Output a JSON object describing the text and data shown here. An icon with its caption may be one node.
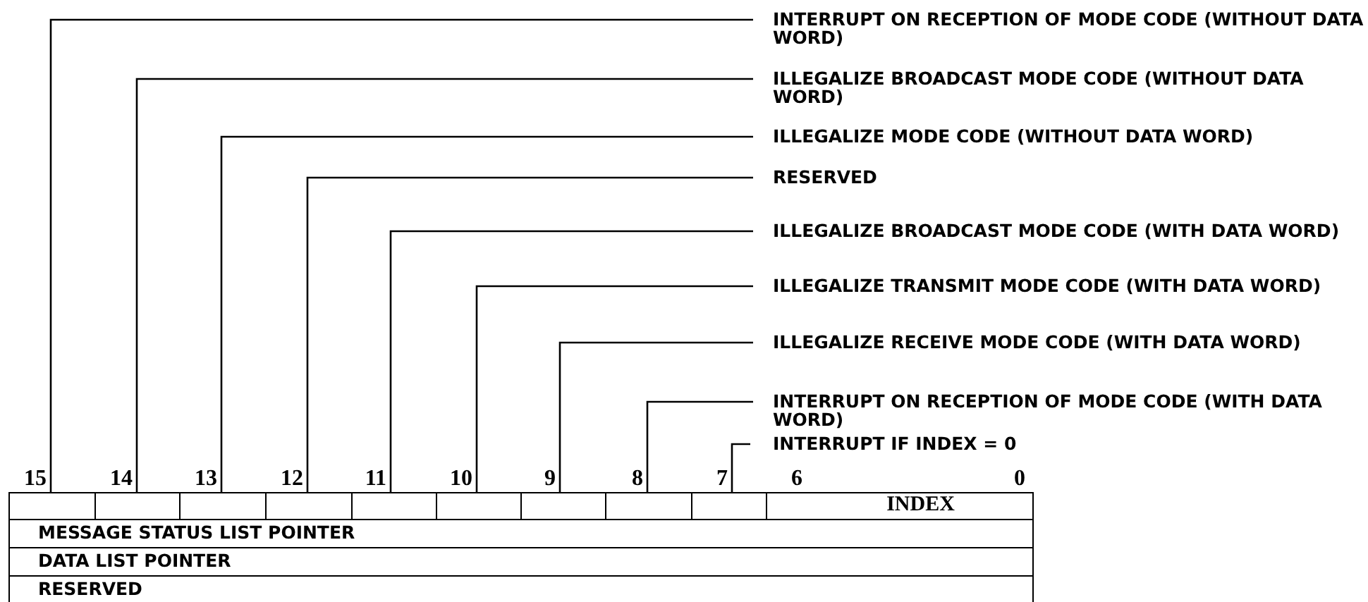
{
  "diagram": {
    "nodes": [
      {
        "text": [
          "INTERRUPT ON RECEPTION OF MODE CODE (WITHOUT DATA WORD)"
        ]
      },
      {
        "text": [
          "ILLEGALIZE BROADCAST MODE CODE (WITHOUT DATA WORD)"
        ]
      },
      {
        "text": [
          "ILLEGALIZE MODE CODE (WITHOUT DATA WORD)"
        ]
      },
      {
        "text": [
          "RESERVED"
        ]
      },
      {
        "text": [
          "ILLEGALIZE BROADCAST MODE CODE (WITH DATA WORD)"
        ]
      },
      {
        "text": [
          "ILLEGALIZE TRANSMIT MODE CODE (WITH DATA WORD)"
        ]
      },
      {
        "text": [
          "ILLEGALIZE RECEIVE MODE CODE (WITH DATA WORD)"
        ]
      },
      {
        "text": [
          "INTERRUPT ON RECEPTION OF MODE CODE (WITH DATA WORD)"
        ]
      },
      {
        "text": [
          "INTERRUPT IF INDEX = 0"
        ]
      },
      {
        "text": [],
        "shape": "box"
      },
      {
        "text": [],
        "shape": "box"
      },
      {
        "text": [],
        "shape": "box"
      },
      {
        "text": [],
        "shape": "box"
      },
      {
        "text": [],
        "shape": "box"
      },
      {
        "text": [],
        "shape": "box"
      },
      {
        "text": [],
        "shape": "box"
      },
      {
        "text": [],
        "shape": "box"
      },
      {
        "text": [],
        "shape": "box"
      },
      {
        "text": [
          "INDEX"
        ]
      },
      {
        "text": [
          "MESSAGE STATUS LIST POINTER"
        ]
      },
      {
        "text": [
          "DATA LIST POINTER"
        ]
      },
      {
        "text": [
          "RESERVED"
        ]
      }
    ],
    "edges": [
      {
        "from": 0,
        "to": 9,
        "arrow": "none"
      },
      {
        "from": 1,
        "to": 10,
        "arrow": "none"
      },
      {
        "from": 2,
        "to": 11,
        "arrow": "none"
      },
      {
        "from": 3,
        "to": 12,
        "arrow": "none"
      },
      {
        "from": 4,
        "to": 13,
        "arrow": "none"
      },
      {
        "from": 5,
        "to": 14,
        "arrow": "none"
      },
      {
        "from": 6,
        "to": 15,
        "arrow": "none"
      },
      {
        "from": 7,
        "to": 16,
        "arrow": "none"
      },
      {
        "from": 8,
        "to": 17,
        "arrow": "none"
      }
    ],
    "labels": [
      "15",
      "14",
      "13",
      "12",
      "11",
      "10",
      "9",
      "8",
      "7",
      "6",
      "0"
    ]
  }
}
